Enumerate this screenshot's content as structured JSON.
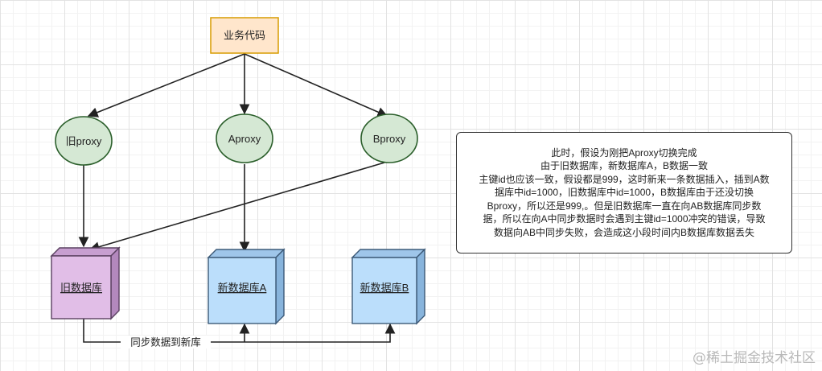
{
  "nodes": {
    "business_code": "业务代码",
    "old_proxy": "旧proxy",
    "a_proxy": "Aproxy",
    "b_proxy": "Bproxy",
    "old_db": "旧数据库",
    "new_db_a": "新数据库A",
    "new_db_b": "新数据库B"
  },
  "edges": {
    "sync_label": "同步数据到新库"
  },
  "note": {
    "lines": [
      "此时，假设为刚把Aproxy切换完成",
      "由于旧数据库，新数据库A，B数据一致",
      "主键id也应该一致，假设都是999，这时新来一条数据插入，插到A数",
      "据库中id=1000，旧数据库中id=1000，B数据库由于还没切换",
      "Bproxy，所以还是999,。但是旧数据库一直在向AB数据库同步数",
      "据，所以在向A中同步数据时会遇到主键id=1000冲突的错误，导致",
      "数据向AB中同步失败，会造成这小段时间内B数据库数据丢失"
    ]
  },
  "watermark": "@稀土掘金技术社区",
  "colors": {
    "code_fill": "#ffe6cc",
    "code_stroke": "#d79b00",
    "proxy_fill": "#d5e8d4",
    "proxy_stroke": "#2b5f2b",
    "old_db_fill": "#e1bee7",
    "old_db_stroke": "#6f4f7a",
    "new_db_fill": "#bbdefb",
    "new_db_stroke": "#3d5a78"
  }
}
